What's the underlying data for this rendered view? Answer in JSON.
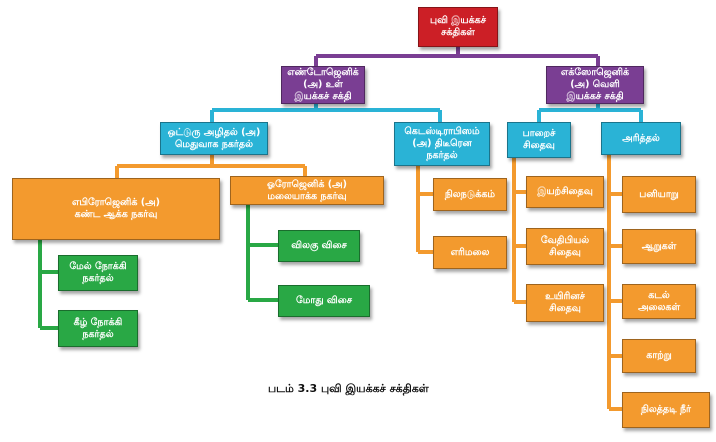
{
  "root": "புவி இயக்கச்\nசக்திகள்",
  "endogenic": "எண்டோஜெனிக்\n(அ) உள்\nஇயக்கச் சக்தி",
  "exogenic": "எக்ஸோஜெனிக்\n(அ) வெளி\nஇயக்கச் சக்தி",
  "slow_movements": "ஒட்டுரு அழிதல் (அ)\nமெதுவாக நகர்தல்",
  "sudden_movements": "கெடஸ்டிராபிஸம்\n(அ) திடீரென\nநகர்தல்",
  "weathering": "பாறைச்\nசிதைவு",
  "erosion": "அரித்தல்",
  "epeirogenic": "எபிரோஜெனிக் (அ)\nகண்ட ஆக்க நகர்வு",
  "orogenic": "ஓரோஜெனிக் (அ)\nமலையாக்க நகர்வு",
  "upward": "மேல் நோக்கி\nநகர்தல்",
  "downward": "கீழ் நோக்கி\nநகர்தல்",
  "tension": "விலகு விசை",
  "compression": "மோது விசை",
  "earthquake": "நிலநடுக்கம்",
  "volcano": "எரிமலை",
  "physical_weathering": "இயற்சிதைவு",
  "chemical_weathering": "வேதிபியல்\nசிதைவு",
  "biological_weathering": "உயிரினச்\nசிதைவு",
  "glacier": "பனியாறு",
  "rivers": "ஆறுகள்",
  "sea_waves": "கடல்\nஅலைகள்",
  "wind": "காற்று",
  "groundwater": "நிலத்தடி நீர்",
  "caption": "படம் 3.3  புவி இயக்கச் சக்திகள்",
  "colors": {
    "red": "#cc1f26",
    "purple": "#7a3e93",
    "blue": "#2ab3d6",
    "orange": "#f39a2e",
    "green": "#29a845"
  }
}
